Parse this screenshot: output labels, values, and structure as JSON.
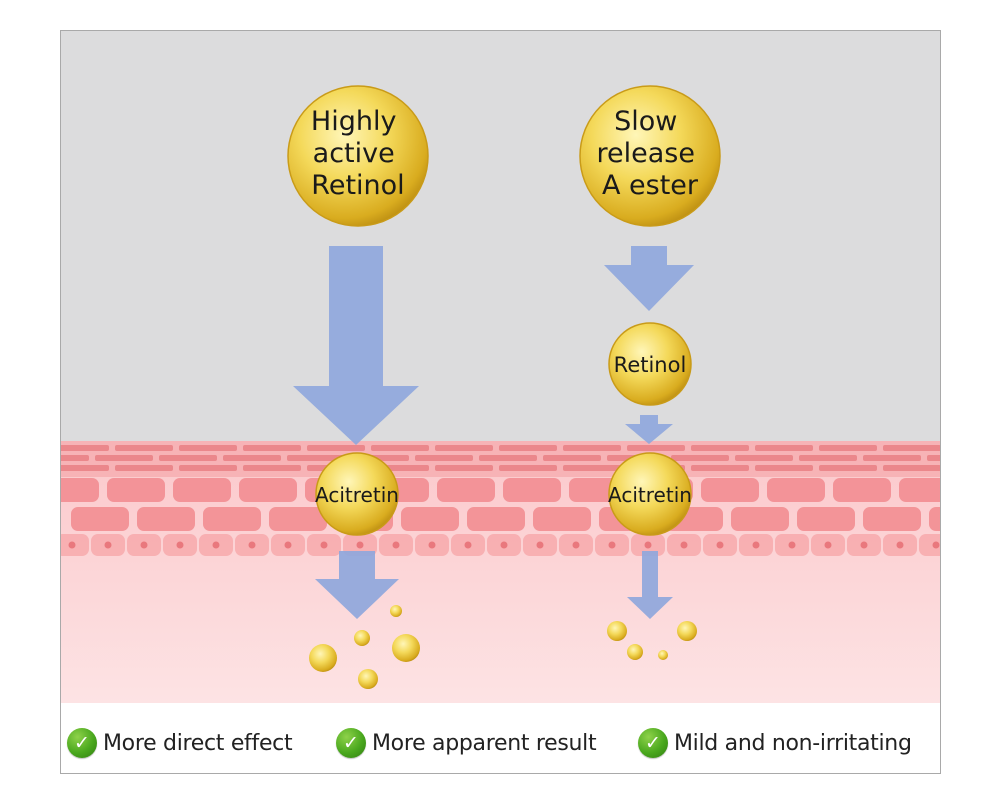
{
  "colors": {
    "background": "#dcdcdd",
    "skin_top": "#f4a3a6",
    "skin_bottom": "#fde0e2",
    "arrow": "#8fa7dc",
    "capsule": "#f0d24e",
    "check": "#4aa81e"
  },
  "capsules": {
    "highly_active_retinol": [
      "Highly",
      "active",
      "Retinol"
    ],
    "slow_release_ester": [
      "Slow",
      "release",
      "A ester"
    ],
    "retinol": "Retinol",
    "acitretin_left": "Acitretin",
    "acitretin_right": "Acitretin"
  },
  "benefits": [
    {
      "icon": "check-icon",
      "label": "More direct effect"
    },
    {
      "icon": "check-icon",
      "label": "More apparent result"
    },
    {
      "icon": "check-icon",
      "label": "Mild and non-irritating"
    }
  ]
}
